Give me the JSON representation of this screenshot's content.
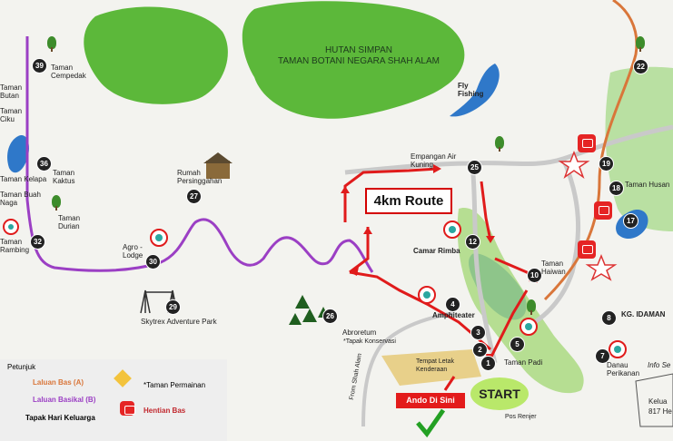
{
  "forest": {
    "line1": "HUTAN SIMPAN",
    "line2": "TAMAN BOTANI NEGARA SHAH ALAM"
  },
  "route_label": "4km Route",
  "start_label": "START",
  "ando_label": "Ando Di Sini",
  "places": [
    {
      "num": "39",
      "name": "Taman Cempedak"
    },
    {
      "num": "36",
      "name": "Taman Kaktus"
    },
    {
      "num": "32",
      "name": "Taman Durian"
    },
    {
      "num": "30",
      "name": "Agro - Lodge"
    },
    {
      "num": "29",
      "name": "Skytrex Adventure Park"
    },
    {
      "num": "27",
      "name": "Rumah Persinggahan"
    },
    {
      "num": "26",
      "name": "Abroretum"
    },
    {
      "num": "25",
      "name": "Empangan Air Kuning"
    },
    {
      "num": "22",
      "name": ""
    },
    {
      "num": "19",
      "name": ""
    },
    {
      "num": "18",
      "name": "Taman Husan"
    },
    {
      "num": "17",
      "name": ""
    },
    {
      "num": "12",
      "name": "Camar Rimba"
    },
    {
      "num": "10",
      "name": "Taman Haiwan"
    },
    {
      "num": "8",
      "name": "KG. IDAMAN"
    },
    {
      "num": "7",
      "name": "Danau Perikanan"
    },
    {
      "num": "5",
      "name": "Taman Padi"
    },
    {
      "num": "4",
      "name": "Amphiteater"
    },
    {
      "num": "3",
      "name": ""
    },
    {
      "num": "2",
      "name": ""
    },
    {
      "num": "1",
      "name": ""
    }
  ],
  "labels": {
    "fly_fishing": "Fly Fishing",
    "buah_naga": "Taman Buah Naga",
    "kelapa": "Taman Kelapa",
    "ciku": "Taman Ciku",
    "butan": "Taman Butan",
    "bing": "Taman Rambing",
    "tapak_konservasi": "*Tapak Konservasi",
    "tempat_letak": "Tempat Letak Kenderaan",
    "pos_renjer": "Pos Renjer",
    "from_shah_alam": "From Shah Alam",
    "info": "Info Se",
    "kelua": "Kelua",
    "kelua_sub": "817 He"
  },
  "legend": {
    "title": "Petunjuk",
    "bus": "Laluan Bas (A)",
    "bike": "Laluan Basikal (B)",
    "family": "Tapak Hari Keluarga",
    "playground": "*Taman Permainan",
    "busstop": "Hentian Bas"
  },
  "colors": {
    "forest": "#5cb83a",
    "water": "#2f78c9",
    "bike_route": "#9b3fc4",
    "bus_route": "#d9763a",
    "arrow": "#e01b1b"
  }
}
